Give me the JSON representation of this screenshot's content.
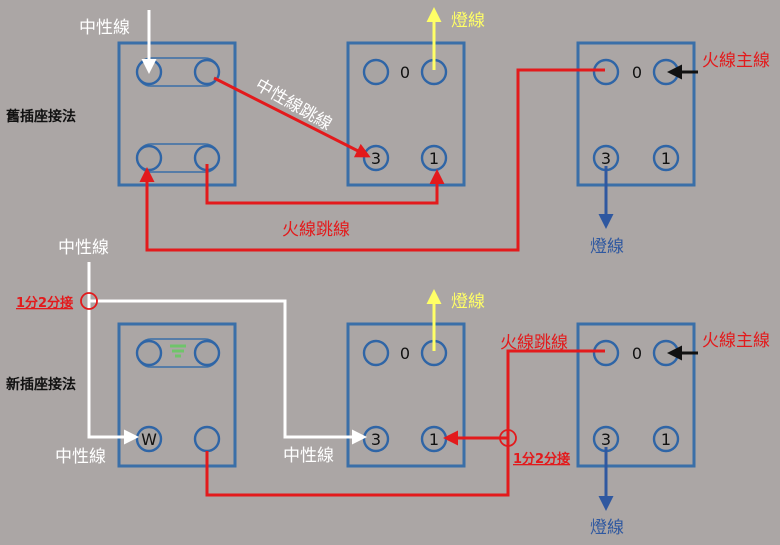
{
  "colors": {
    "background": "#aba6a5",
    "box": "#3a6fa8",
    "hot_wire": "#e31a1c",
    "neutral_wire": "#ffffff",
    "lamp_wire": "#ffff66",
    "lamp_down_wire": "#2f58a0",
    "main_feed": "#111111",
    "ground_symbol": "#6fc46a"
  },
  "old_method": {
    "title": "舊插座接法",
    "neutral_in_label": "中性線",
    "neutral_jumper_label": "中性線跳線",
    "lamp_up_label": "燈線",
    "hot_main_label": "火線主線",
    "hot_jumper_label": "火線跳線",
    "lamp_down_label": "燈線",
    "switch_mid": {
      "top": "0",
      "bottom_left": "3",
      "bottom_right": "1"
    },
    "switch_right": {
      "top": "0",
      "bottom_left": "3",
      "bottom_right": "1"
    }
  },
  "new_method": {
    "title": "新插座接法",
    "neutral_in_label": "中性線",
    "split_label_left": "1分2分接",
    "neutral_to_outlet_label": "中性線",
    "neutral_to_switch_label": "中性線",
    "lamp_up_label": "燈線",
    "hot_jumper_label": "火線跳線",
    "hot_main_label": "火線主線",
    "split_label_right": "1分2分接",
    "lamp_down_label": "燈線",
    "outlet": {
      "neutral_terminal": "W"
    },
    "switch_mid": {
      "top": "0",
      "bottom_left": "3",
      "bottom_right": "1"
    },
    "switch_right": {
      "top": "0",
      "bottom_left": "3",
      "bottom_right": "1"
    }
  }
}
